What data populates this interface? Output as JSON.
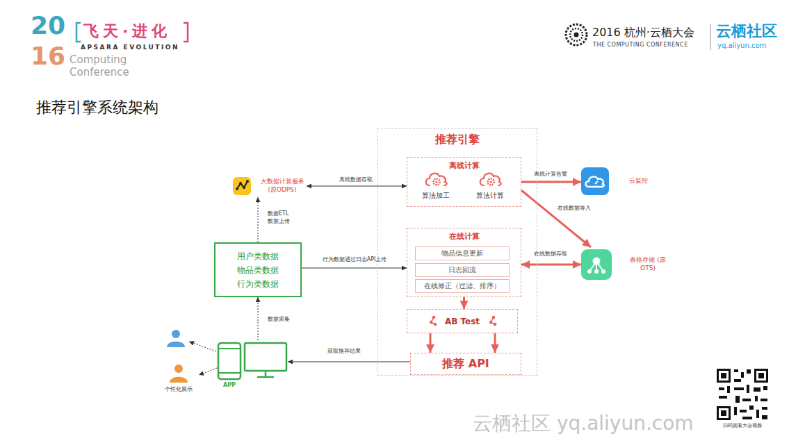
{
  "diagram": {
    "title": "推荐引擎系统架构",
    "nodes": [
      {
        "text": [
          "推荐引擎"
        ]
      },
      {
        "text": [
          "离线计算"
        ],
        "in": 0
      },
      {
        "text": [
          "算法加工"
        ],
        "in": 1
      },
      {
        "text": [
          "算法计算"
        ],
        "in": 1
      },
      {
        "text": [
          "在线计算"
        ],
        "in": 0
      },
      {
        "text": [
          "物品信息更新"
        ],
        "in": 4
      },
      {
        "text": [
          "日志回流"
        ],
        "in": 4
      },
      {
        "text": [
          "在线修正（过滤、排序）"
        ],
        "in": 4
      },
      {
        "text": [
          "AB Test"
        ],
        "in": 0
      },
      {
        "text": [
          "推荐 API"
        ],
        "in": 0
      },
      {
        "text": [
          "大数据计算服务 (原ODPS)"
        ]
      },
      {
        "text": [
          "用户类数据",
          "物品类数据",
          "行为类数据"
        ]
      },
      {
        "text": [
          "APP"
        ]
      },
      {
        "text": [
          "个性化展示"
        ]
      },
      {
        "text": [
          "云监控"
        ]
      },
      {
        "text": [
          "表格存储 (原OTS)"
        ]
      }
    ],
    "edges": [
      {
        "from": 10,
        "to": 1,
        "label": "离线数据存取",
        "arrow": "both"
      },
      {
        "from": 11,
        "to": 10,
        "label": "数据ETL 数据上传",
        "arrow": "to"
      },
      {
        "from": 12,
        "to": 11,
        "label": "数据采集",
        "arrow": "to"
      },
      {
        "from": 11,
        "to": 4,
        "label": "行为数据通过日志API上传",
        "arrow": "to"
      },
      {
        "from": 9,
        "to": 12,
        "label": "获取推荐结果",
        "arrow": "to"
      },
      {
        "from": 12,
        "to": 13,
        "arrow": "to"
      },
      {
        "from": 1,
        "to": 14,
        "label": "离线计算告警",
        "arrow": "to"
      },
      {
        "from": 1,
        "to": 15,
        "label": "在线数据导入",
        "arrow": "to"
      },
      {
        "from": 4,
        "to": 15,
        "label": "在线数据存取",
        "arrow": "both"
      },
      {
        "from": 4,
        "to": 8,
        "arrow": "to"
      },
      {
        "from": 8,
        "to": 9,
        "arrow": "to"
      },
      {
        "from": 8,
        "to": 9,
        "arrow": "to"
      }
    ],
    "labels": [
      "20",
      "16",
      "飞天·进化",
      "APSARA EVOLUTION",
      "Computing",
      "Conference",
      "2016 杭州·云栖大会",
      "THE COMPUTING CONFERENCE",
      "云栖社区",
      "yq.aliyun.com",
      "扫码观看大会视频",
      "云栖社区 yq.aliyun.com"
    ]
  }
}
